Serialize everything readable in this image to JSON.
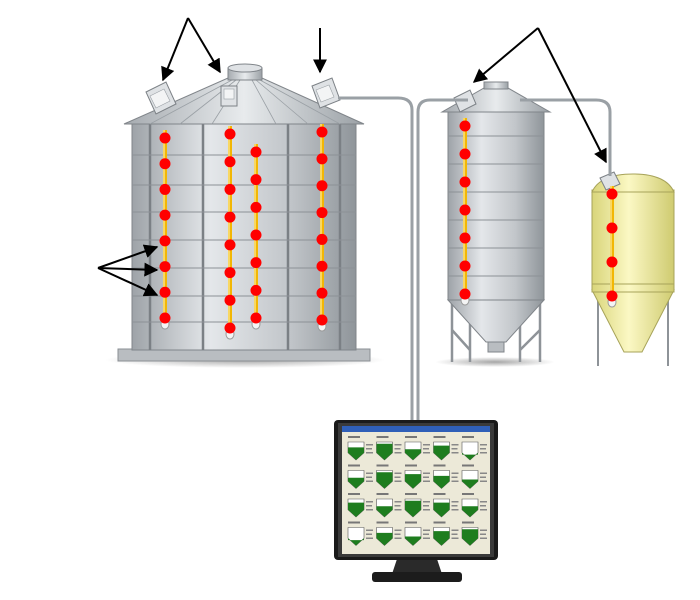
{
  "colors": {
    "sensor_dot": "#ff0000",
    "cable": "#f2b705",
    "steel": "#bfc3c7",
    "steel_dark": "#8e9398",
    "hopper_yellow": "#f2ef9d",
    "arrow": "#000000",
    "monitor_frame": "#1a1a1a",
    "grain_green": "#1e7d1e"
  },
  "icons": {
    "left_silo": "grain-bin-icon",
    "center_silo": "hopper-bin-icon",
    "right_silo": "cone-tank-icon",
    "monitor": "computer-monitor-icon",
    "sensor": "temperature-sensor-dot-icon",
    "gateway": "sensor-gateway-box-icon"
  },
  "cables": {
    "big_bin": [
      {
        "sensors": 8
      },
      {
        "sensors": 8
      },
      {
        "sensors": 7
      },
      {
        "sensors": 8
      }
    ],
    "hopper_bin": {
      "sensors": 7
    },
    "cone_tank": {
      "sensors": 4
    }
  },
  "monitor_screen": {
    "rows": 4,
    "cols": 5,
    "fill_levels": [
      0.7,
      0.9,
      0.6,
      0.8,
      0.3,
      0.6,
      0.9,
      0.8,
      0.7,
      0.5,
      0.8,
      0.6,
      0.9,
      0.8,
      0.6,
      0.3,
      0.7,
      0.5,
      0.8,
      0.9
    ]
  }
}
